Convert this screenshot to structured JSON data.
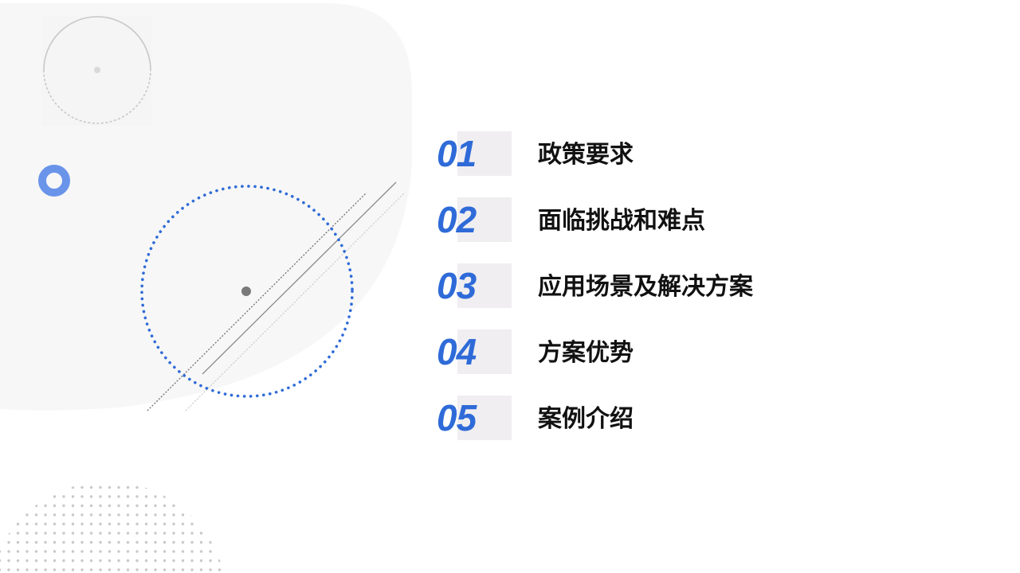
{
  "colors": {
    "accent": "#2f6bd8",
    "ring": "#6a94ea",
    "numbox": "#f0eef0",
    "background_shape": "#f7f7f7",
    "text": "#111111"
  },
  "agenda": {
    "items": [
      {
        "number": "01",
        "label": "政策要求"
      },
      {
        "number": "02",
        "label": "面临挑战和难点"
      },
      {
        "number": "03",
        "label": "应用场景及解决方案"
      },
      {
        "number": "04",
        "label": "方案优势"
      },
      {
        "number": "05",
        "label": "案例介绍"
      }
    ]
  }
}
